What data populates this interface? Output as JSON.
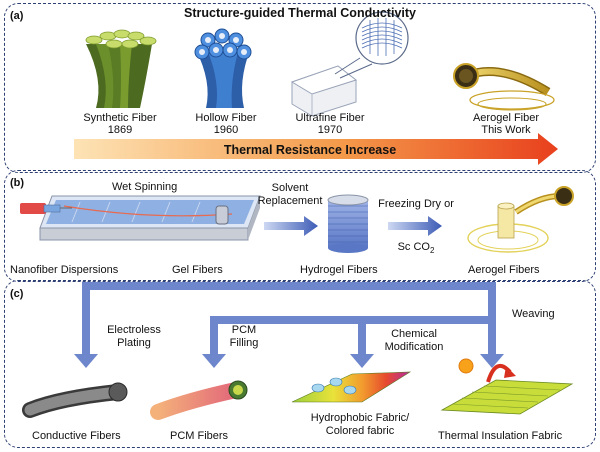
{
  "panel_a": {
    "letter": "(a)",
    "title": "Structure-guided Thermal Conductivity",
    "fibers": [
      {
        "name": "Synthetic Fiber",
        "year": "1869"
      },
      {
        "name": "Hollow Fiber",
        "year": "1960"
      },
      {
        "name": "Ultrafine Fiber",
        "year": "1970"
      },
      {
        "name": "Aerogel Fiber",
        "year": "This Work"
      }
    ],
    "arrow_label": "Thermal Resistance Increase"
  },
  "panel_b": {
    "letter": "(b)",
    "wet_spinning": "Wet Spinning",
    "solvent_1": "Solvent",
    "solvent_2": "Replacement",
    "freezing_1": "Freezing Dry or",
    "freezing_2": "Sc CO",
    "freezing_sub": "2",
    "labels": [
      "Nanofiber Dispersions",
      "Gel Fibers",
      "Hydrogel Fibers",
      "Aerogel Fibers"
    ]
  },
  "panel_c": {
    "letter": "(c)",
    "routes": [
      {
        "line1": "Electroless",
        "line2": "Plating"
      },
      {
        "line1": "PCM",
        "line2": "Filling"
      },
      {
        "line1": "Chemical",
        "line2": "Modification"
      },
      {
        "line1": "Weaving",
        "line2": ""
      }
    ],
    "products": [
      "Conductive Fibers",
      "PCM Fibers",
      "Hydrophobic Fabric/",
      "Colored fabric",
      "Thermal Insulation Fabric"
    ]
  },
  "colors": {
    "frame": "#2d3f73",
    "arrow_blue": "#5a77c6",
    "fiber_green": "#b7d35a",
    "hollow_blue": "#3f7fd0",
    "aerogel_gold": "#c9a227",
    "gradient_start": "#fde3b5",
    "gradient_end": "#e8401d"
  }
}
